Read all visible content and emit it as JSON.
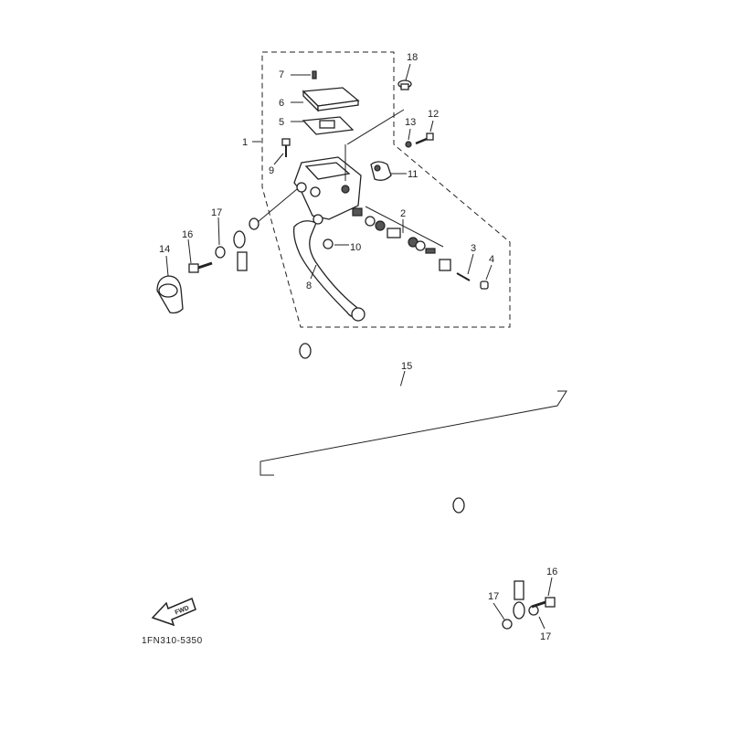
{
  "diagram": {
    "part_number": "1FN310-5350",
    "direction_badge": "FWD",
    "callouts": {
      "c1": "1",
      "c2": "2",
      "c3": "3",
      "c4": "4",
      "c5": "5",
      "c6": "6",
      "c7": "7",
      "c8": "8",
      "c9": "9",
      "c10": "10",
      "c11": "11",
      "c12": "12",
      "c13": "13",
      "c14": "14",
      "c15": "15",
      "c16a": "16",
      "c16b": "16",
      "c17a": "17",
      "c17b": "17",
      "c17c": "17",
      "c18": "18"
    }
  }
}
